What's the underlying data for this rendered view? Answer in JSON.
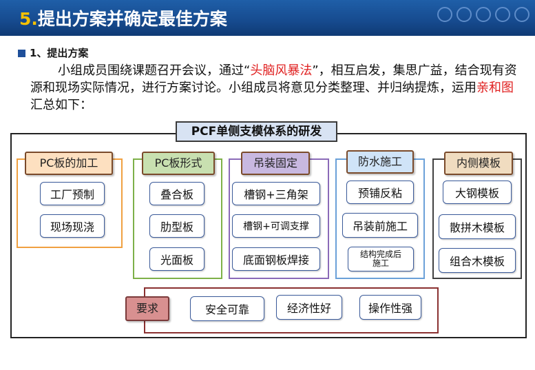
{
  "header": {
    "number": "5.",
    "title": "提出方案并确定最佳方案"
  },
  "section": {
    "title": "1、提出方案"
  },
  "paragraph": {
    "part1": "小组成员围绕课题召开会议，通过“",
    "highlight1": "头脑风暴法",
    "part2": "”，相互启发，集思广益，结合现有资源和现场实际情况，进行方案讨论。小组成员将意见分类整理、并归纳提炼，运用",
    "highlight2": "亲和图",
    "part3": "汇总如下："
  },
  "diagram": {
    "title": "PCF单侧支模体系的研发",
    "groups": [
      {
        "head": "PC板的加工",
        "items": [
          "工厂预制",
          "现场现浇"
        ]
      },
      {
        "head": "PC板形式",
        "items": [
          "叠合板",
          "肋型板",
          "光面板"
        ]
      },
      {
        "head": "吊装固定",
        "items": [
          "槽钢+三角架",
          "槽钢+可调支撑",
          "底面钢板焊接"
        ]
      },
      {
        "head": "防水施工",
        "items": [
          "预铺反粘",
          "吊装前施工",
          "结构完成后施工"
        ]
      },
      {
        "head": "内侧模板",
        "items": [
          "大钢模板",
          "散拼木模板",
          "组合木模板"
        ]
      }
    ],
    "requirements": {
      "head": "要求",
      "items": [
        "安全可靠",
        "经济性好",
        "操作性强"
      ]
    }
  },
  "colors": {
    "header_bg": "#164a8e",
    "number": "#f5c000",
    "highlight": "#e02020",
    "g1_border": "#f0a040",
    "g1_head": "#fde0c0",
    "g2_border": "#7db048",
    "g2_head": "#c8e0b0",
    "g3_border": "#8a6ab8",
    "g3_head": "#c8b8e0",
    "g4_border": "#6aa0d8",
    "g4_head": "#d0e4f8",
    "g5_border": "#404040",
    "g5_head": "#f0dcc0",
    "req_border": "#8a3030",
    "req_head": "#d89090"
  }
}
